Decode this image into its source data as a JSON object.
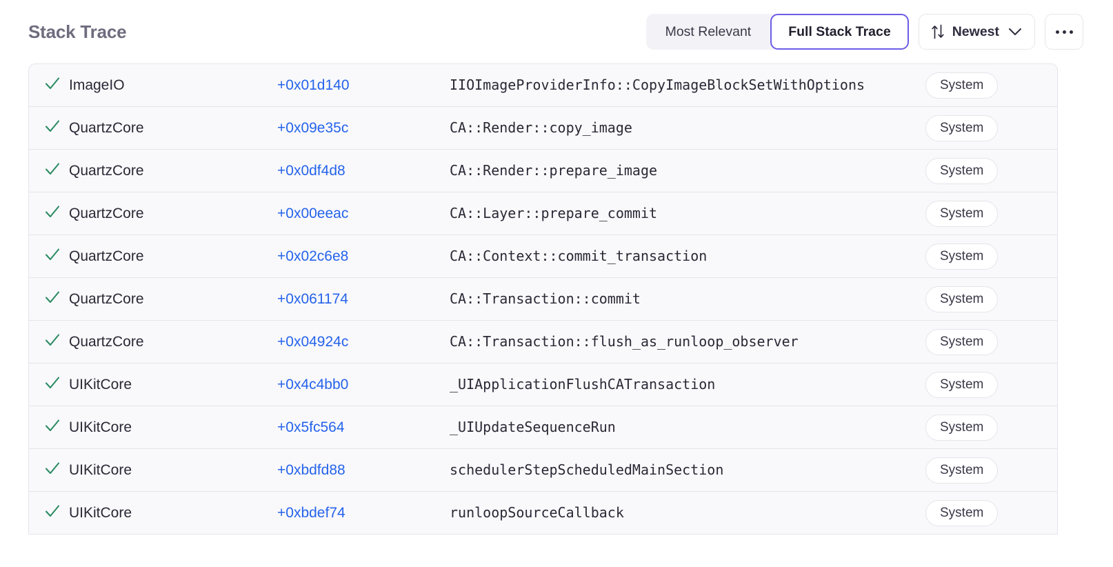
{
  "header": {
    "title": "Stack Trace",
    "segmented": {
      "options": [
        {
          "label": "Most Relevant",
          "active": false
        },
        {
          "label": "Full Stack Trace",
          "active": true
        }
      ]
    },
    "sort": {
      "icon": "sort-arrows-icon",
      "label": "Newest",
      "chevron": "chevron-down-icon"
    },
    "more": {
      "icon": "ellipsis-icon"
    }
  },
  "colors": {
    "accent_purple": "#6c5ce7",
    "offset_blue": "#2563eb",
    "check_green": "#2d8c63",
    "title_gray": "#6f6c7e",
    "row_bg": "#f9f9fb",
    "divider": "#e5e4ea"
  },
  "table": {
    "rows": [
      {
        "check": "check-icon",
        "module": "ImageIO",
        "offset": "+0x01d140",
        "symbol": "IIOImageProviderInfo::CopyImageBlockSetWithOptions",
        "badge": "System"
      },
      {
        "check": "check-icon",
        "module": "QuartzCore",
        "offset": "+0x09e35c",
        "symbol": "CA::Render::copy_image",
        "badge": "System"
      },
      {
        "check": "check-icon",
        "module": "QuartzCore",
        "offset": "+0x0df4d8",
        "symbol": "CA::Render::prepare_image",
        "badge": "System"
      },
      {
        "check": "check-icon",
        "module": "QuartzCore",
        "offset": "+0x00eeac",
        "symbol": "CA::Layer::prepare_commit",
        "badge": "System"
      },
      {
        "check": "check-icon",
        "module": "QuartzCore",
        "offset": "+0x02c6e8",
        "symbol": "CA::Context::commit_transaction",
        "badge": "System"
      },
      {
        "check": "check-icon",
        "module": "QuartzCore",
        "offset": "+0x061174",
        "symbol": "CA::Transaction::commit",
        "badge": "System"
      },
      {
        "check": "check-icon",
        "module": "QuartzCore",
        "offset": "+0x04924c",
        "symbol": "CA::Transaction::flush_as_runloop_observer",
        "badge": "System"
      },
      {
        "check": "check-icon",
        "module": "UIKitCore",
        "offset": "+0x4c4bb0",
        "symbol": "_UIApplicationFlushCATransaction",
        "badge": "System"
      },
      {
        "check": "check-icon",
        "module": "UIKitCore",
        "offset": "+0x5fc564",
        "symbol": "_UIUpdateSequenceRun",
        "badge": "System"
      },
      {
        "check": "check-icon",
        "module": "UIKitCore",
        "offset": "+0xbdfd88",
        "symbol": "schedulerStepScheduledMainSection",
        "badge": "System"
      },
      {
        "check": "check-icon",
        "module": "UIKitCore",
        "offset": "+0xbdef74",
        "symbol": "runloopSourceCallback",
        "badge": "System"
      }
    ]
  }
}
